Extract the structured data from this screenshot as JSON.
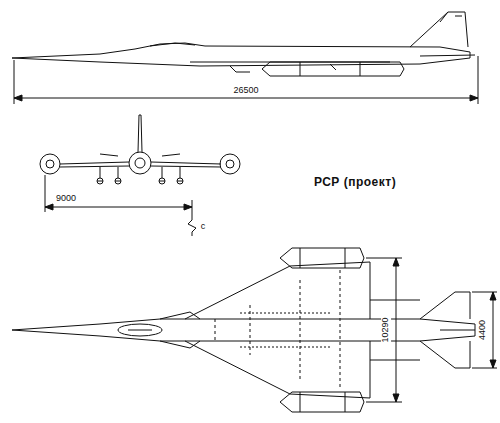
{
  "diagram": {
    "title": "РСР (проект)",
    "labels": [
      "26500",
      "9000",
      "c",
      "10290",
      "4400"
    ]
  }
}
